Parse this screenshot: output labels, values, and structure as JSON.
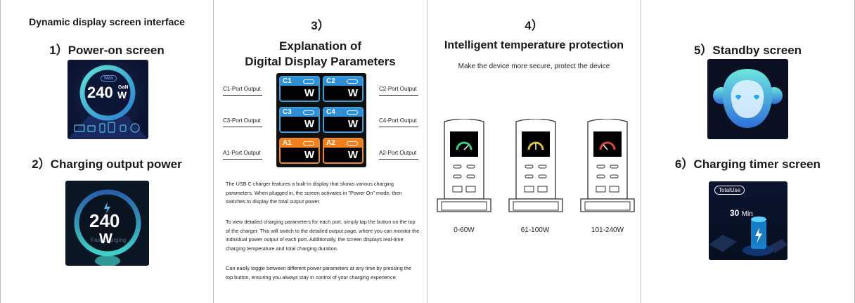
{
  "panel1": {
    "title": "Dynamic display screen interface",
    "sub1": "1）Power-on screen",
    "sub2": "2）Charging output power",
    "power_screen": {
      "badge": "Max",
      "value": "240",
      "unit_top": "GaN",
      "unit_bottom": "W"
    },
    "charge_screen": {
      "value": "240",
      "unit": "W",
      "bg_text": "Fast Charging"
    }
  },
  "panel2": {
    "num": "3）",
    "title_line1": "Explanation of",
    "title_line2": "Digital Display Parameters",
    "left_labels": [
      "C1-Port Output",
      "C3-Port Output",
      "A1-Port Output"
    ],
    "right_labels": [
      "C2-Port Output",
      "C4-Port Output",
      "A2-Port Output"
    ],
    "cells": [
      {
        "id": "C1",
        "unit": "W",
        "color": "blue"
      },
      {
        "id": "C2",
        "unit": "W",
        "color": "blue"
      },
      {
        "id": "C3",
        "unit": "W",
        "color": "blue"
      },
      {
        "id": "C4",
        "unit": "W",
        "color": "blue"
      },
      {
        "id": "A1",
        "unit": "W",
        "color": "orange"
      },
      {
        "id": "A2",
        "unit": "W",
        "color": "orange"
      }
    ],
    "para1": "The USB C charger features a built-in display that shows various charging parameters. When plugged in, the screen activates in \"Power On\" mode, then switches to display the total output power.",
    "para2": "To view detailed charging parameters for each port, simply tap the button on the top of the charger. This will switch to the detailed output page, where you can monitor the individual power output of each port. Additionally, the screen displays real-time charging temperature and total charging duration.",
    "para3": "Can easily toggle between different power parameters at any time by pressing the top button, ensuring you always stay in control of your charging experience."
  },
  "panel3": {
    "num": "4）",
    "title": "Intelligent temperature protection",
    "desc": "Make the device more secure, protect the device",
    "ranges": [
      "0-60W",
      "61-100W",
      "101-240W"
    ]
  },
  "panel4": {
    "sub5": "5）Standby screen",
    "sub6": "6）Charging timer screen",
    "timer": {
      "pill": "TotalUse",
      "value": "30",
      "unit": "Min"
    }
  },
  "colors": {
    "blue": "#2e8fd6",
    "orange": "#f07f1e",
    "teal": "#3ed0c8"
  }
}
